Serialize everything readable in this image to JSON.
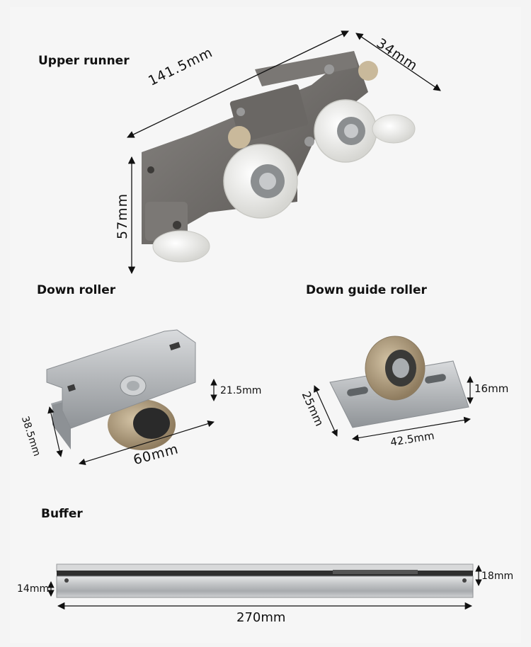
{
  "sections": {
    "upper_runner": {
      "title": "Upper runner",
      "dims": {
        "length": "141.5mm",
        "width": "34mm",
        "height": "57mm"
      }
    },
    "down_roller": {
      "title": "Down roller",
      "dims": {
        "height": "21.5mm",
        "depth": "38.5mm",
        "length": "60mm"
      }
    },
    "down_guide_roller": {
      "title": "Down guide roller",
      "dims": {
        "height": "16mm",
        "depth": "25mm",
        "length": "42.5mm"
      }
    },
    "buffer": {
      "title": "Buffer",
      "dims": {
        "left_height": "14mm",
        "right_height": "18mm",
        "length": "270mm"
      }
    }
  },
  "colors": {
    "background": "#f6f6f6",
    "metal_dark": "#6d6a67",
    "steel": "#b9bcbf",
    "nylon_wheel": "#f2f2f0",
    "amber_wheel": "#a89478"
  }
}
